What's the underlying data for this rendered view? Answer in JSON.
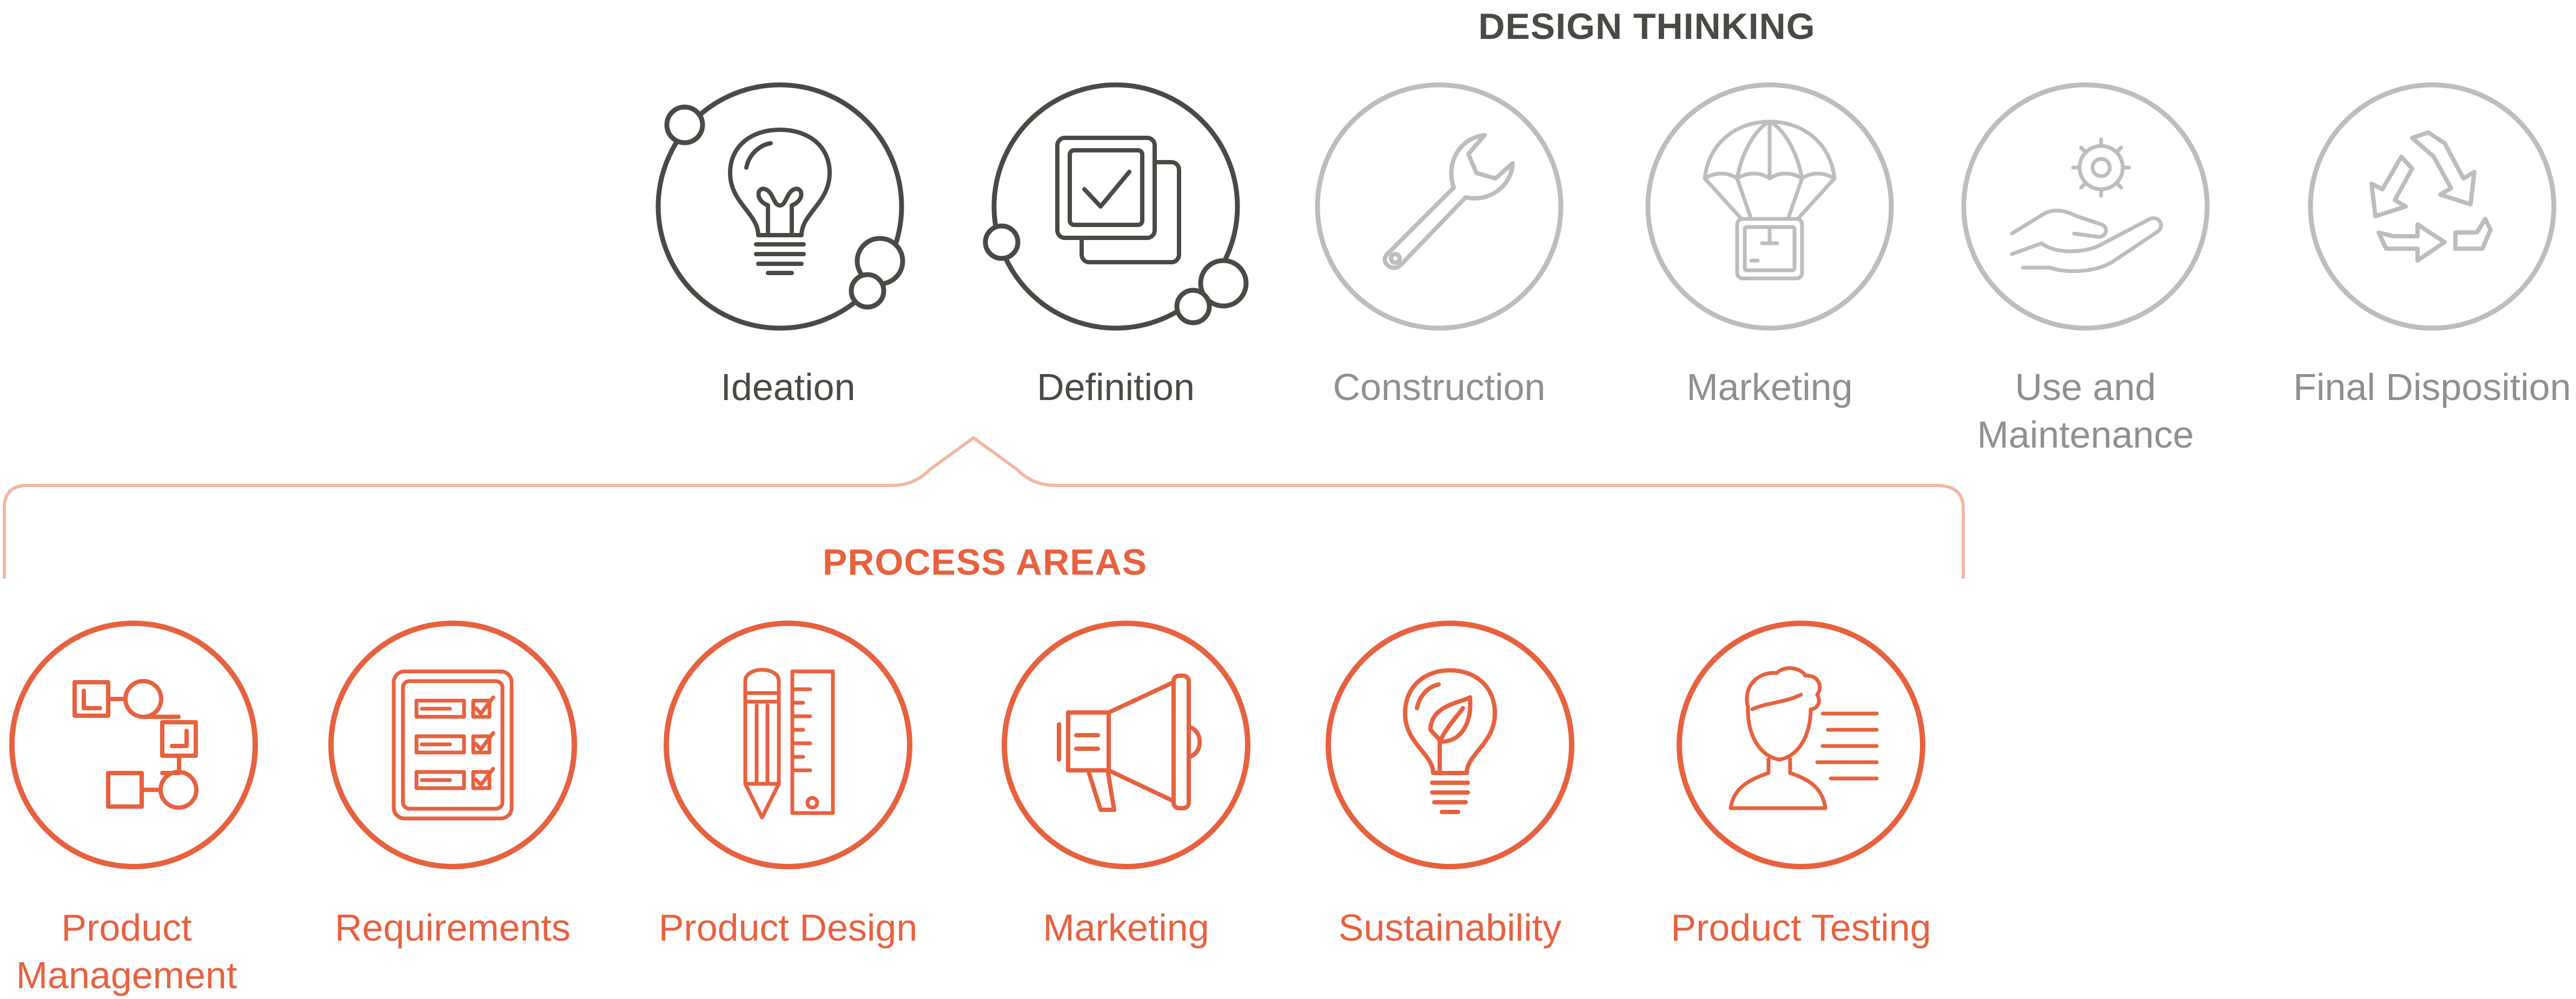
{
  "design_thinking": {
    "title": "DESIGN THINKING",
    "stages": [
      {
        "label_lines": [
          "Ideation"
        ],
        "icon": "lightbulb-icon",
        "active": true
      },
      {
        "label_lines": [
          "Definition"
        ],
        "icon": "checkbox-cards-icon",
        "active": true
      },
      {
        "label_lines": [
          "Construction"
        ],
        "icon": "wrench-icon",
        "active": false
      },
      {
        "label_lines": [
          "Marketing"
        ],
        "icon": "parachute-box-icon",
        "active": false
      },
      {
        "label_lines": [
          "Use and",
          "Maintenance"
        ],
        "icon": "hand-gear-icon",
        "active": false
      },
      {
        "label_lines": [
          "Final Disposition"
        ],
        "icon": "recycle-icon",
        "active": false
      }
    ]
  },
  "process_areas": {
    "title": "PROCESS AREAS",
    "items": [
      {
        "label_lines": [
          "Product",
          "Management"
        ],
        "icon": "workflow-icon"
      },
      {
        "label_lines": [
          "Requirements"
        ],
        "icon": "checklist-icon"
      },
      {
        "label_lines": [
          "Product Design"
        ],
        "icon": "pencil-ruler-icon"
      },
      {
        "label_lines": [
          "Marketing"
        ],
        "icon": "megaphone-icon"
      },
      {
        "label_lines": [
          "Sustainability"
        ],
        "icon": "eco-bulb-icon"
      },
      {
        "label_lines": [
          "Product Testing"
        ],
        "icon": "user-profile-icon"
      }
    ]
  },
  "colors": {
    "active": "#4a4a45",
    "inactive": "#bdbdbd",
    "inactive_text": "#8f8f8f",
    "accent": "#e8613f",
    "bracket": "#f3b7a4"
  }
}
